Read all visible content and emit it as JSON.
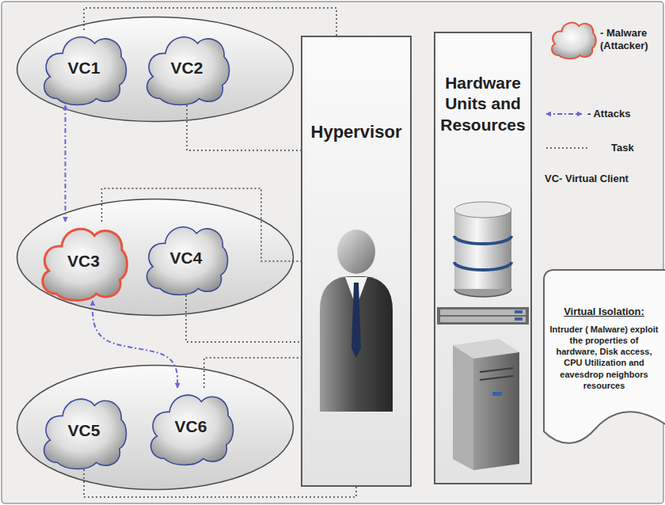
{
  "diagram": {
    "nodes": [
      {
        "text": []
      },
      {
        "text": [
          "VC1"
        ],
        "in": 0
      },
      {
        "text": [
          "VC2"
        ],
        "in": 0
      },
      {
        "text": []
      },
      {
        "text": [
          "VC3"
        ],
        "in": 3
      },
      {
        "text": [
          "VC4"
        ],
        "in": 3
      },
      {
        "text": []
      },
      {
        "text": [
          "VC5"
        ],
        "in": 6
      },
      {
        "text": [
          "VC6"
        ],
        "in": 6
      },
      {
        "text": [
          "Hypervisor"
        ]
      },
      {
        "text": [
          "Hardware Units and Resources"
        ]
      },
      {
        "text": [
          "Virtual Isolation:",
          "Intruder ( Malware) exploit the properties of hardware, Disk access, CPU Utilization and eavesdrop neighbors resources"
        ]
      }
    ],
    "edges": [
      {
        "from": 4,
        "to": 1,
        "arrow": "both"
      },
      {
        "from": 4,
        "to": 8,
        "arrow": "both"
      },
      {
        "from": 1,
        "to": 9,
        "arrow": "none"
      },
      {
        "from": 2,
        "to": 9,
        "arrow": "none"
      },
      {
        "from": 4,
        "to": 9,
        "arrow": "none"
      },
      {
        "from": 5,
        "to": 9,
        "arrow": "none"
      },
      {
        "from": 7,
        "to": 9,
        "arrow": "none"
      },
      {
        "from": 8,
        "to": 9,
        "arrow": "none"
      }
    ],
    "legend": [
      {
        "text": "- Malware (Attacker)"
      },
      {
        "text": "- Attacks"
      },
      {
        "text": "Task"
      },
      {
        "text": "VC- Virtual Client"
      }
    ]
  }
}
